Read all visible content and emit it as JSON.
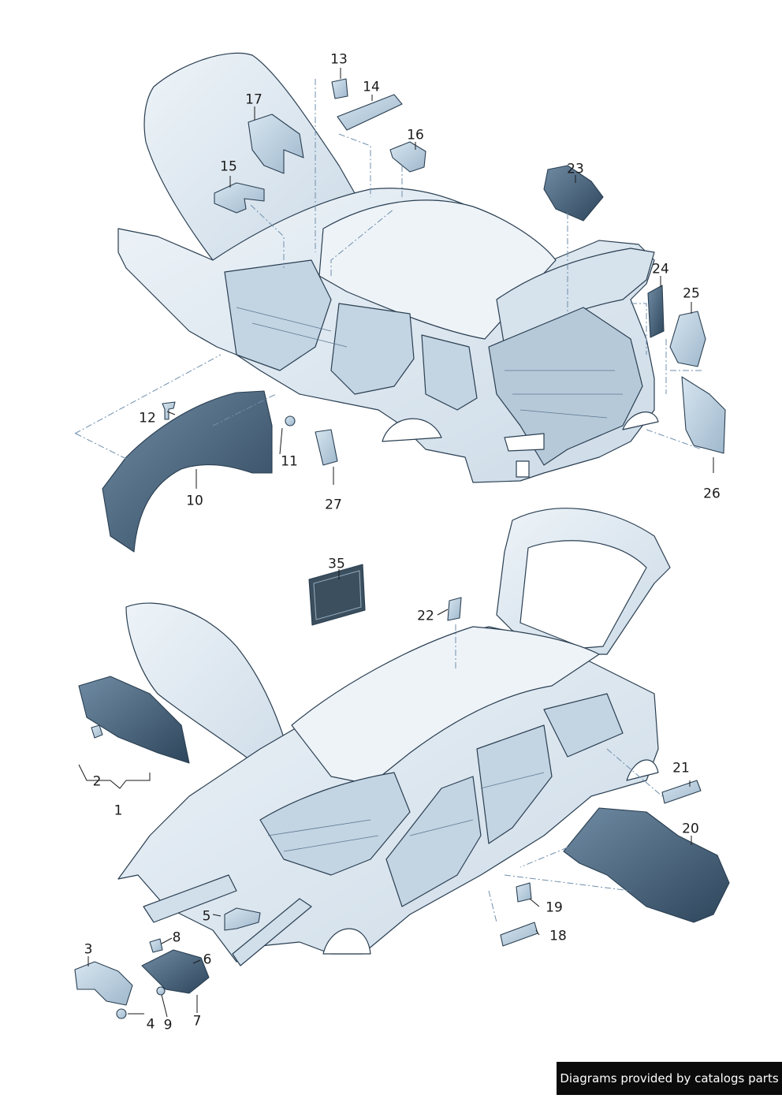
{
  "callouts": [
    "13",
    "14",
    "17",
    "16",
    "15",
    "23",
    "24",
    "25",
    "12",
    "11",
    "10",
    "27",
    "26",
    "35",
    "22",
    "2",
    "1",
    "21",
    "20",
    "19",
    "18",
    "5",
    "8",
    "6",
    "3",
    "4",
    "9",
    "7"
  ],
  "footer": {
    "text": "Diagrams provided by catalogs parts"
  },
  "colors": {
    "body_fill": "#dfe9f1",
    "body_stroke": "#2a3f52",
    "part_fill": "#c7dae8",
    "dark_part": "#3e5870",
    "leader": "#6f8fad",
    "badge_bg": "#0b0b0b"
  }
}
